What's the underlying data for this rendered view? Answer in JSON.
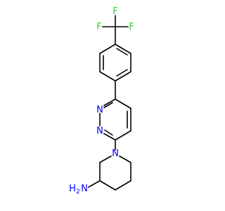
{
  "molecule": {
    "labels": {
      "f1": "F",
      "f2": "F",
      "f3": "F",
      "n_top": "N",
      "n_bottom": "N",
      "n_piperidine": "N",
      "amine": "H",
      "amine_sub": "2",
      "amine_n": "N"
    },
    "colors": {
      "bond": "#000000",
      "fluorine": "#33cc33",
      "nitrogen": "#0000ff"
    }
  }
}
